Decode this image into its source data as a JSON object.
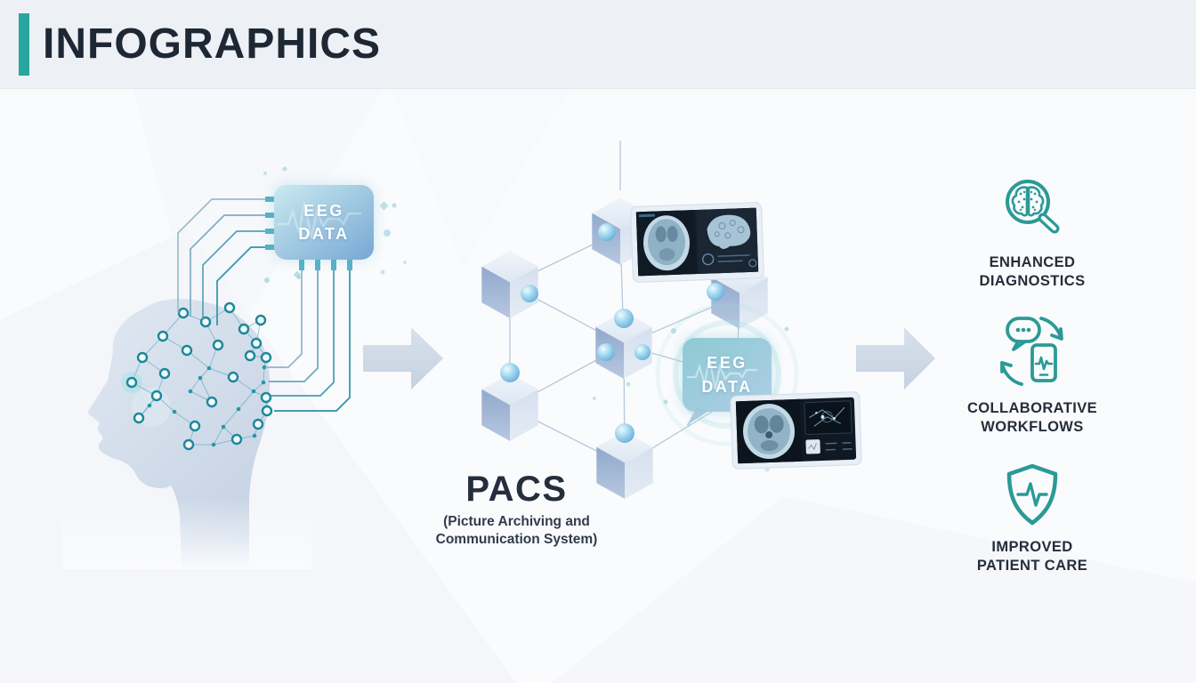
{
  "header": {
    "title": "INFOGRAPHICS"
  },
  "source": {
    "chip": {
      "line1": "EEG",
      "line2": "DATA"
    }
  },
  "pacs": {
    "chip": {
      "line1": "EEG",
      "line2": "DATA"
    },
    "title": "PACS",
    "subtitle": "(Picture Archiving and Communication System)"
  },
  "benefits": [
    {
      "icon": "brain-magnifier-icon",
      "label": "ENHANCED DIAGNOSTICS"
    },
    {
      "icon": "chat-phone-sync-icon",
      "label": "COLLABORATIVE WORKFLOWS"
    },
    {
      "icon": "shield-heartbeat-icon",
      "label": "IMPROVED PATIENT CARE"
    }
  ],
  "colors": {
    "accent_teal": "#28a6a0",
    "heading_dark": "#1e2835",
    "chip_gradient_start": "#c8e9ef",
    "chip_gradient_end": "#76a7d4",
    "cube_blue": "#9fb4d4",
    "node_teal": "#1b879b"
  }
}
